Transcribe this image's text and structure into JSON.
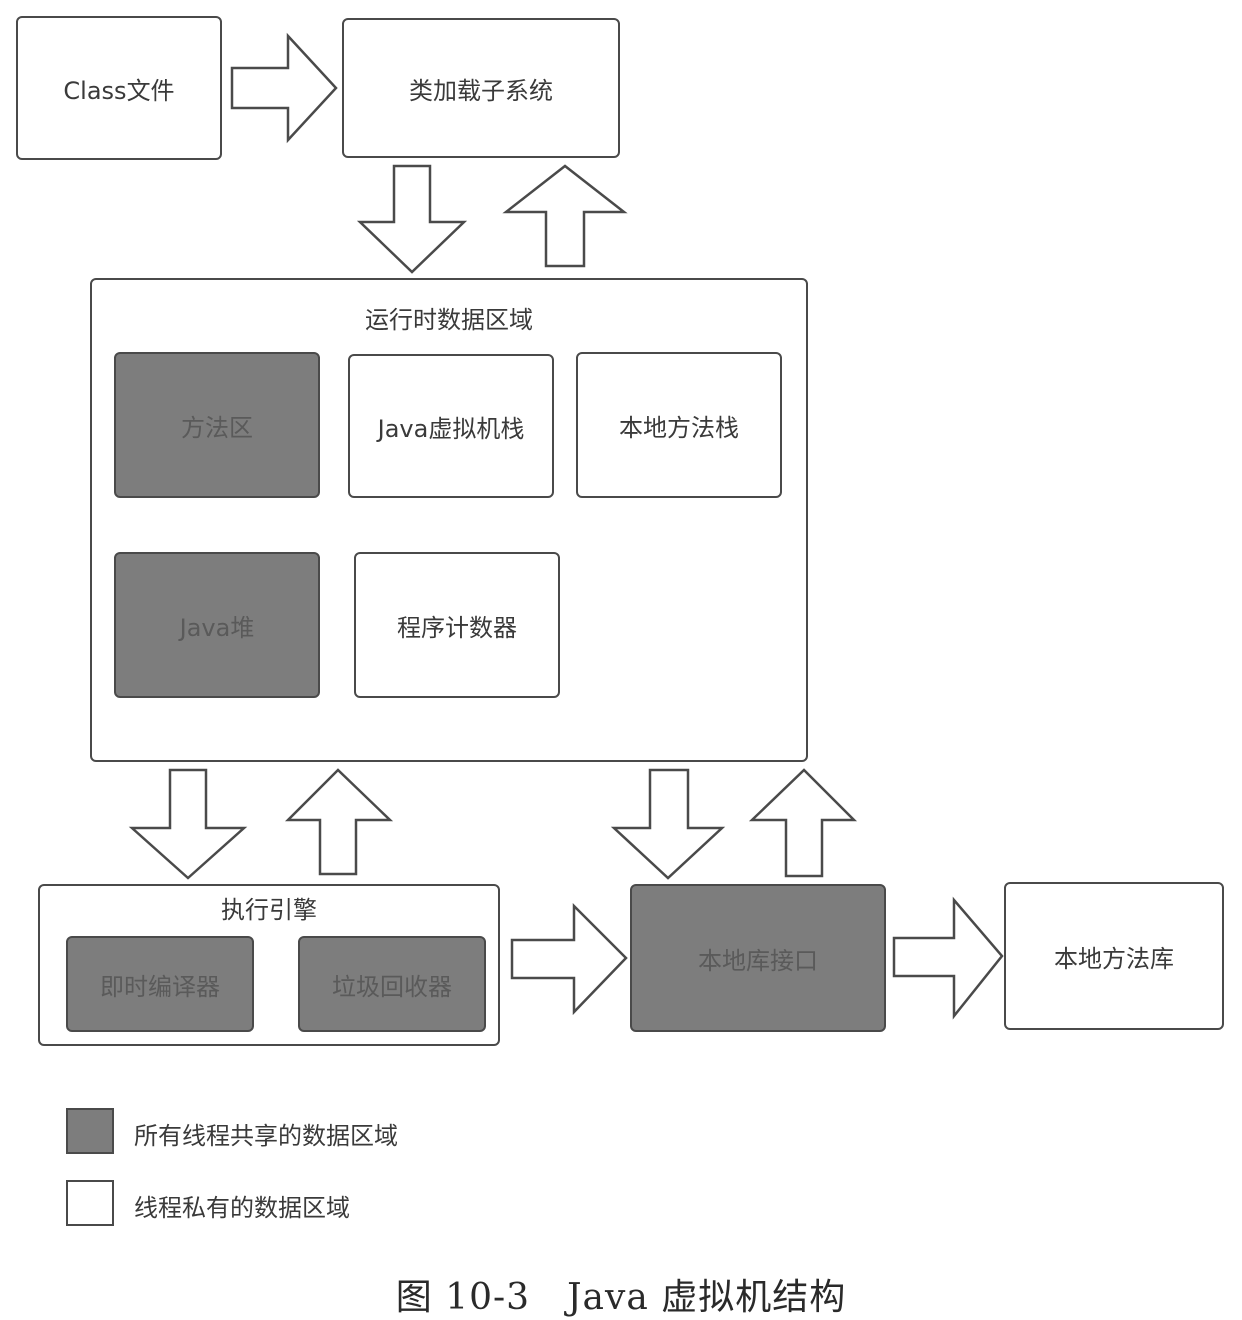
{
  "nodes": {
    "class_file": "Class文件",
    "class_loader": "类加载子系统",
    "runtime_area": "运行时数据区域",
    "method_area": "方法区",
    "java_vm_stack": "Java虚拟机栈",
    "native_method_stack": "本地方法栈",
    "java_heap": "Java堆",
    "program_counter": "程序计数器",
    "execution_engine": "执行引擎",
    "jit_compiler": "即时编译器",
    "garbage_collector": "垃圾回收器",
    "native_interface": "本地库接口",
    "native_library": "本地方法库"
  },
  "legend": {
    "shared": "所有线程共享的数据区域",
    "private": "线程私有的数据区域"
  },
  "caption": "图 10-3　Java 虚拟机结构",
  "colors": {
    "shared_fill": "#7d7d7d",
    "private_fill": "#ffffff",
    "border": "#4a4a4a"
  }
}
